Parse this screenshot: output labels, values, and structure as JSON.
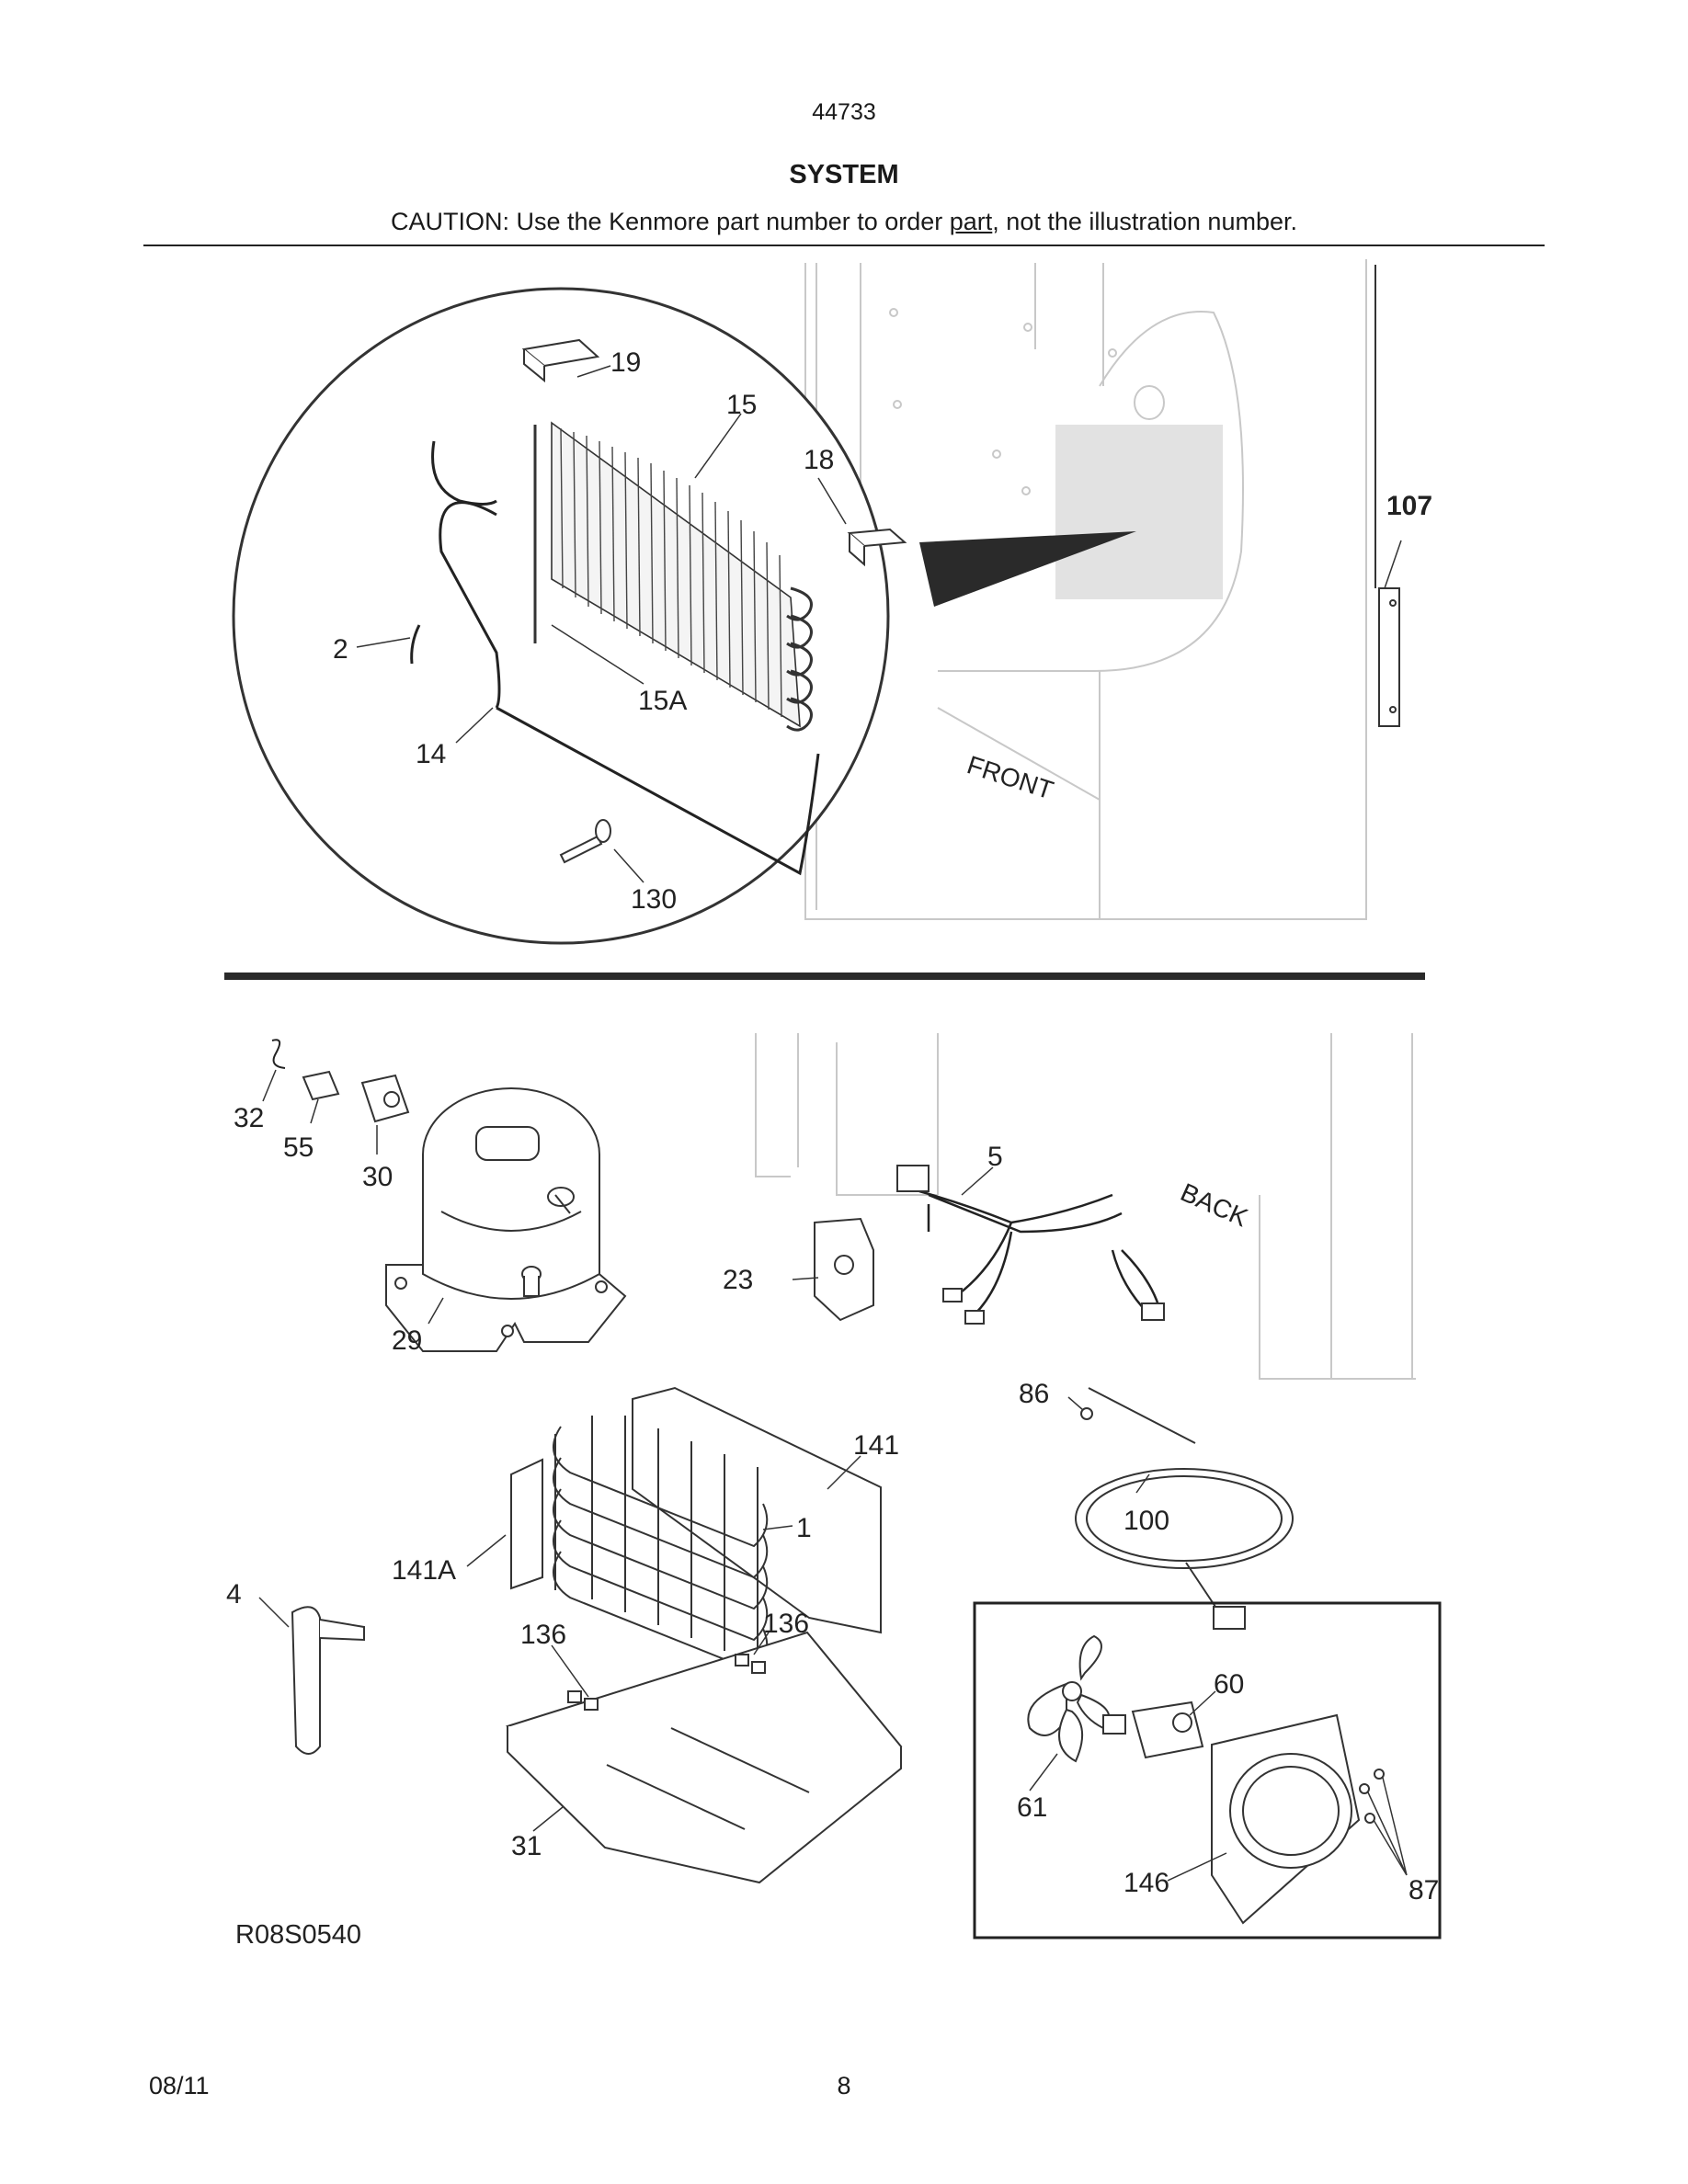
{
  "header": {
    "model_number": "44733",
    "title": "SYSTEM",
    "caution_prefix": "CAUTION: Use the Kenmore part number to order ",
    "caution_link": "part",
    "caution_suffix": ", not the illustration number."
  },
  "callouts": {
    "c19": "19",
    "c15": "15",
    "c18": "18",
    "c107": "107",
    "c2": "2",
    "c15A": "15A",
    "c14": "14",
    "c130": "130",
    "c32": "32",
    "c55": "55",
    "c30": "30",
    "c29": "29",
    "c5": "5",
    "c23": "23",
    "c86": "86",
    "c141": "141",
    "c1": "1",
    "c141A": "141A",
    "c100": "100",
    "c4": "4",
    "c136a": "136",
    "c136b": "136",
    "c31": "31",
    "c60": "60",
    "c61": "61",
    "c146": "146",
    "c87": "87"
  },
  "labels": {
    "front": "FRONT",
    "back": "BACK",
    "diagram_code": "R08S0540"
  },
  "footer": {
    "date": "08/11",
    "page": "8"
  }
}
